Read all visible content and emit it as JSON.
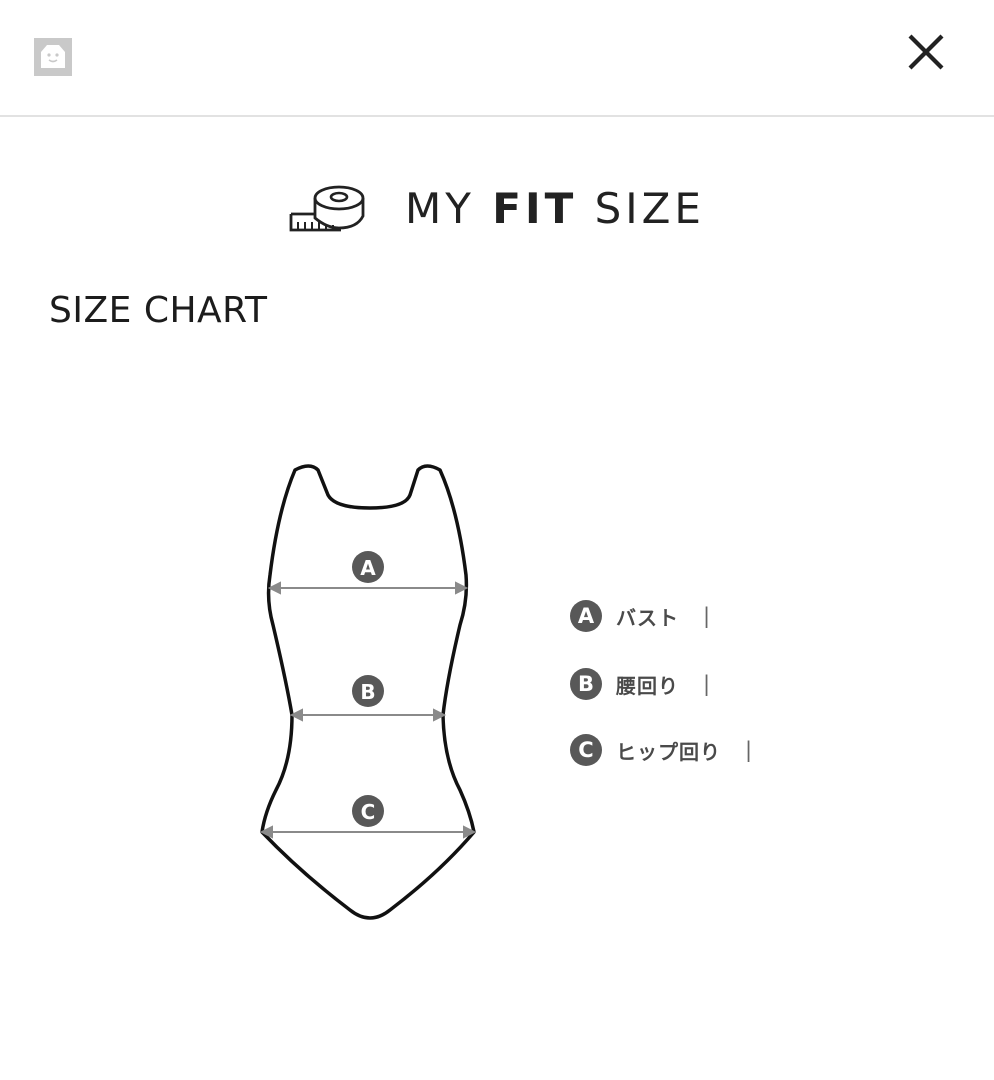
{
  "header": {
    "app_icon": "face-square-icon",
    "close_icon": "close-icon",
    "close_glyph": "✕"
  },
  "brand": {
    "icon": "tape-measure-icon",
    "text_light_1": "MY ",
    "text_bold": "FIT",
    "text_light_2": " SIZE"
  },
  "section_title": "SIZE CHART",
  "diagram": {
    "icon": "swimsuit-outline",
    "markers": [
      "A",
      "B",
      "C"
    ]
  },
  "legend": {
    "items": [
      {
        "badge": "A",
        "label": "バスト",
        "value": "|"
      },
      {
        "badge": "B",
        "label": "腰回り",
        "value": "|"
      },
      {
        "badge": "C",
        "label": "ヒップ回り",
        "value": "|"
      }
    ]
  },
  "colors": {
    "badge": "#585858",
    "outline": "#111111",
    "measure_line": "#8a8a8a",
    "divider": "#e2e2e2"
  }
}
